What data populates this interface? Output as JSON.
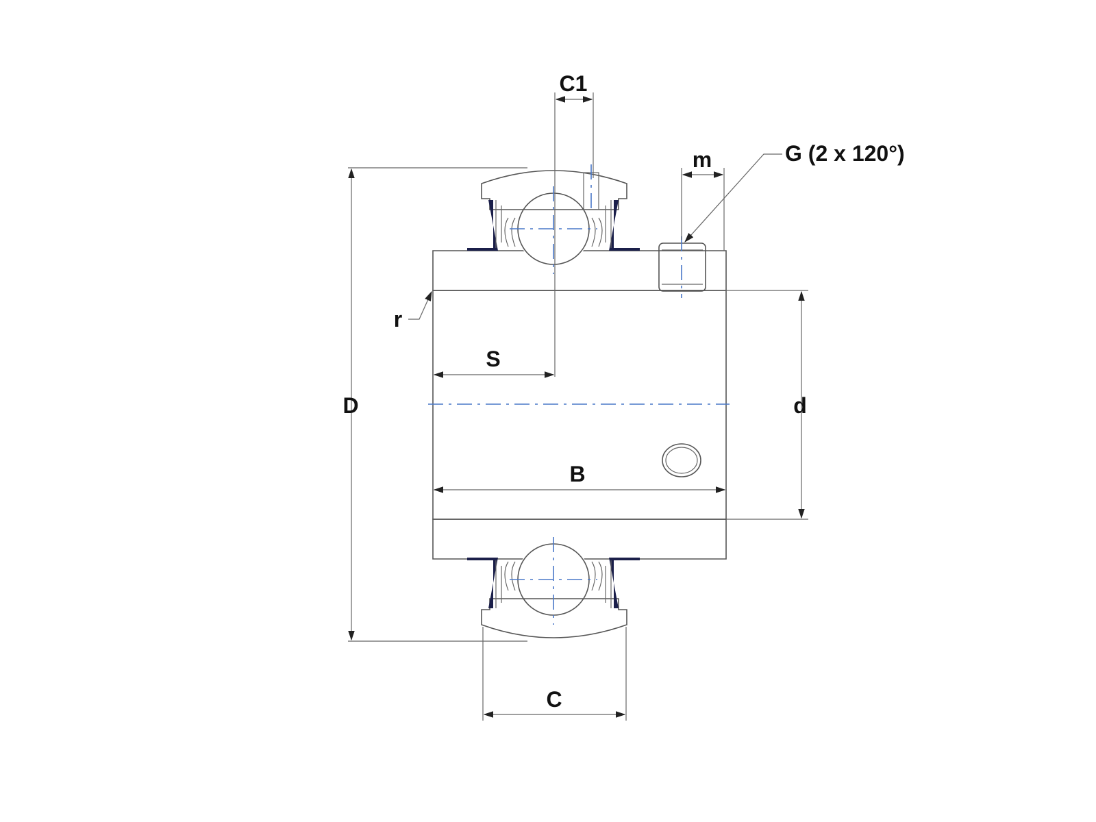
{
  "title": "Bearing insert dimension drawing",
  "labels": {
    "C1": "C1",
    "m": "m",
    "G": "G (2 x 120°)",
    "r": "r",
    "S": "S",
    "D": "D",
    "d": "d",
    "B": "B",
    "C": "C"
  },
  "colors": {
    "line": "#555555",
    "centerline": "#4a78c8",
    "seal": "#1b1f4a"
  }
}
